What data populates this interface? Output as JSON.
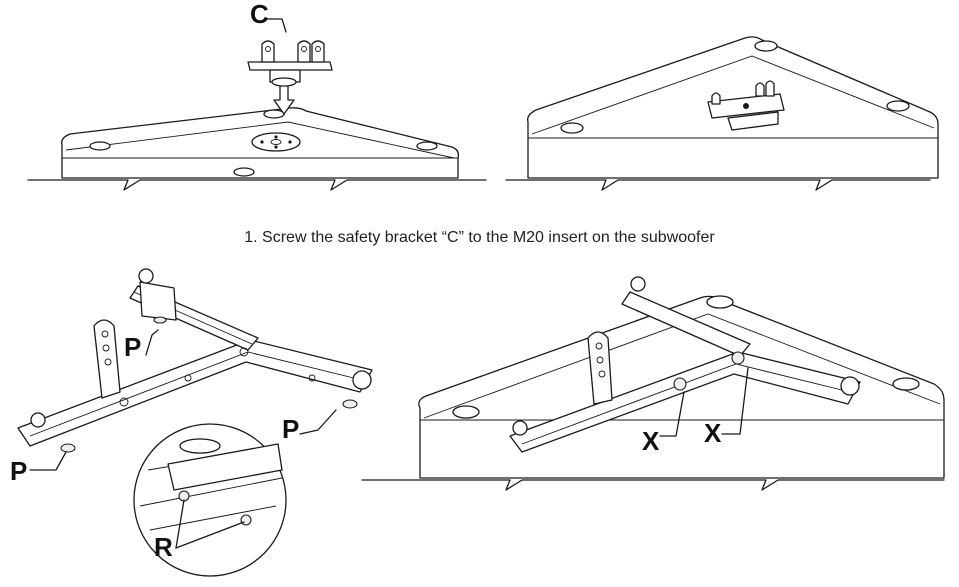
{
  "labels": {
    "c": "C",
    "p1": "P",
    "p2": "P",
    "p3": "P",
    "r": "R",
    "x1": "X",
    "x2": "X"
  },
  "caption": "1. Screw the safety bracket “C” to the M20 insert on the subwoofer"
}
